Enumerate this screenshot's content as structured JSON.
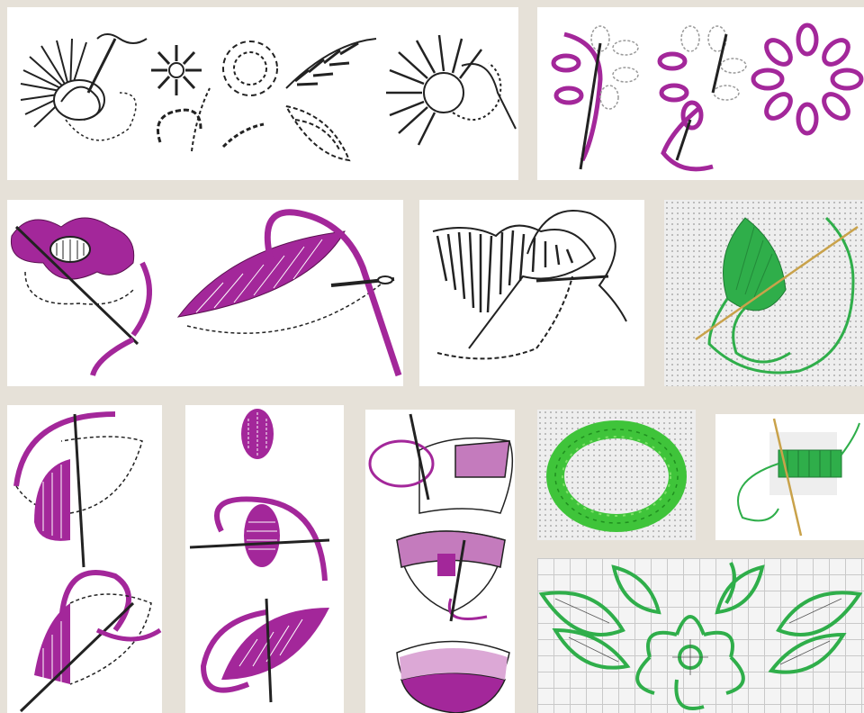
{
  "palette": {
    "background": "#e6e1d8",
    "purple": "#a3279a",
    "green": "#2fae4a",
    "light_green": "#3fc43a",
    "ink": "#222222"
  },
  "panels": [
    {
      "name": "black-ink-stitch-samples",
      "icon": "stitch-diagram"
    },
    {
      "name": "purple-lazy-daisy-flowers",
      "icon": "flower-diagram"
    },
    {
      "name": "purple-satin-flower-leaf",
      "icon": "satin-stitch-diagram"
    },
    {
      "name": "black-long-short-leaf",
      "icon": "leaf-diagram"
    },
    {
      "name": "green-leaf-on-canvas",
      "icon": "green-leaf-photo"
    },
    {
      "name": "purple-half-fill-steps",
      "icon": "fill-diagram"
    },
    {
      "name": "purple-oval-fill-steps",
      "icon": "oval-diagram"
    },
    {
      "name": "pink-shaded-fill-steps",
      "icon": "shading-diagram"
    },
    {
      "name": "green-ring-on-canvas",
      "icon": "green-ring-photo"
    },
    {
      "name": "green-block-with-needle",
      "icon": "green-block-photo"
    },
    {
      "name": "green-cutwork-flower-on-grid",
      "icon": "cutwork-diagram"
    }
  ]
}
